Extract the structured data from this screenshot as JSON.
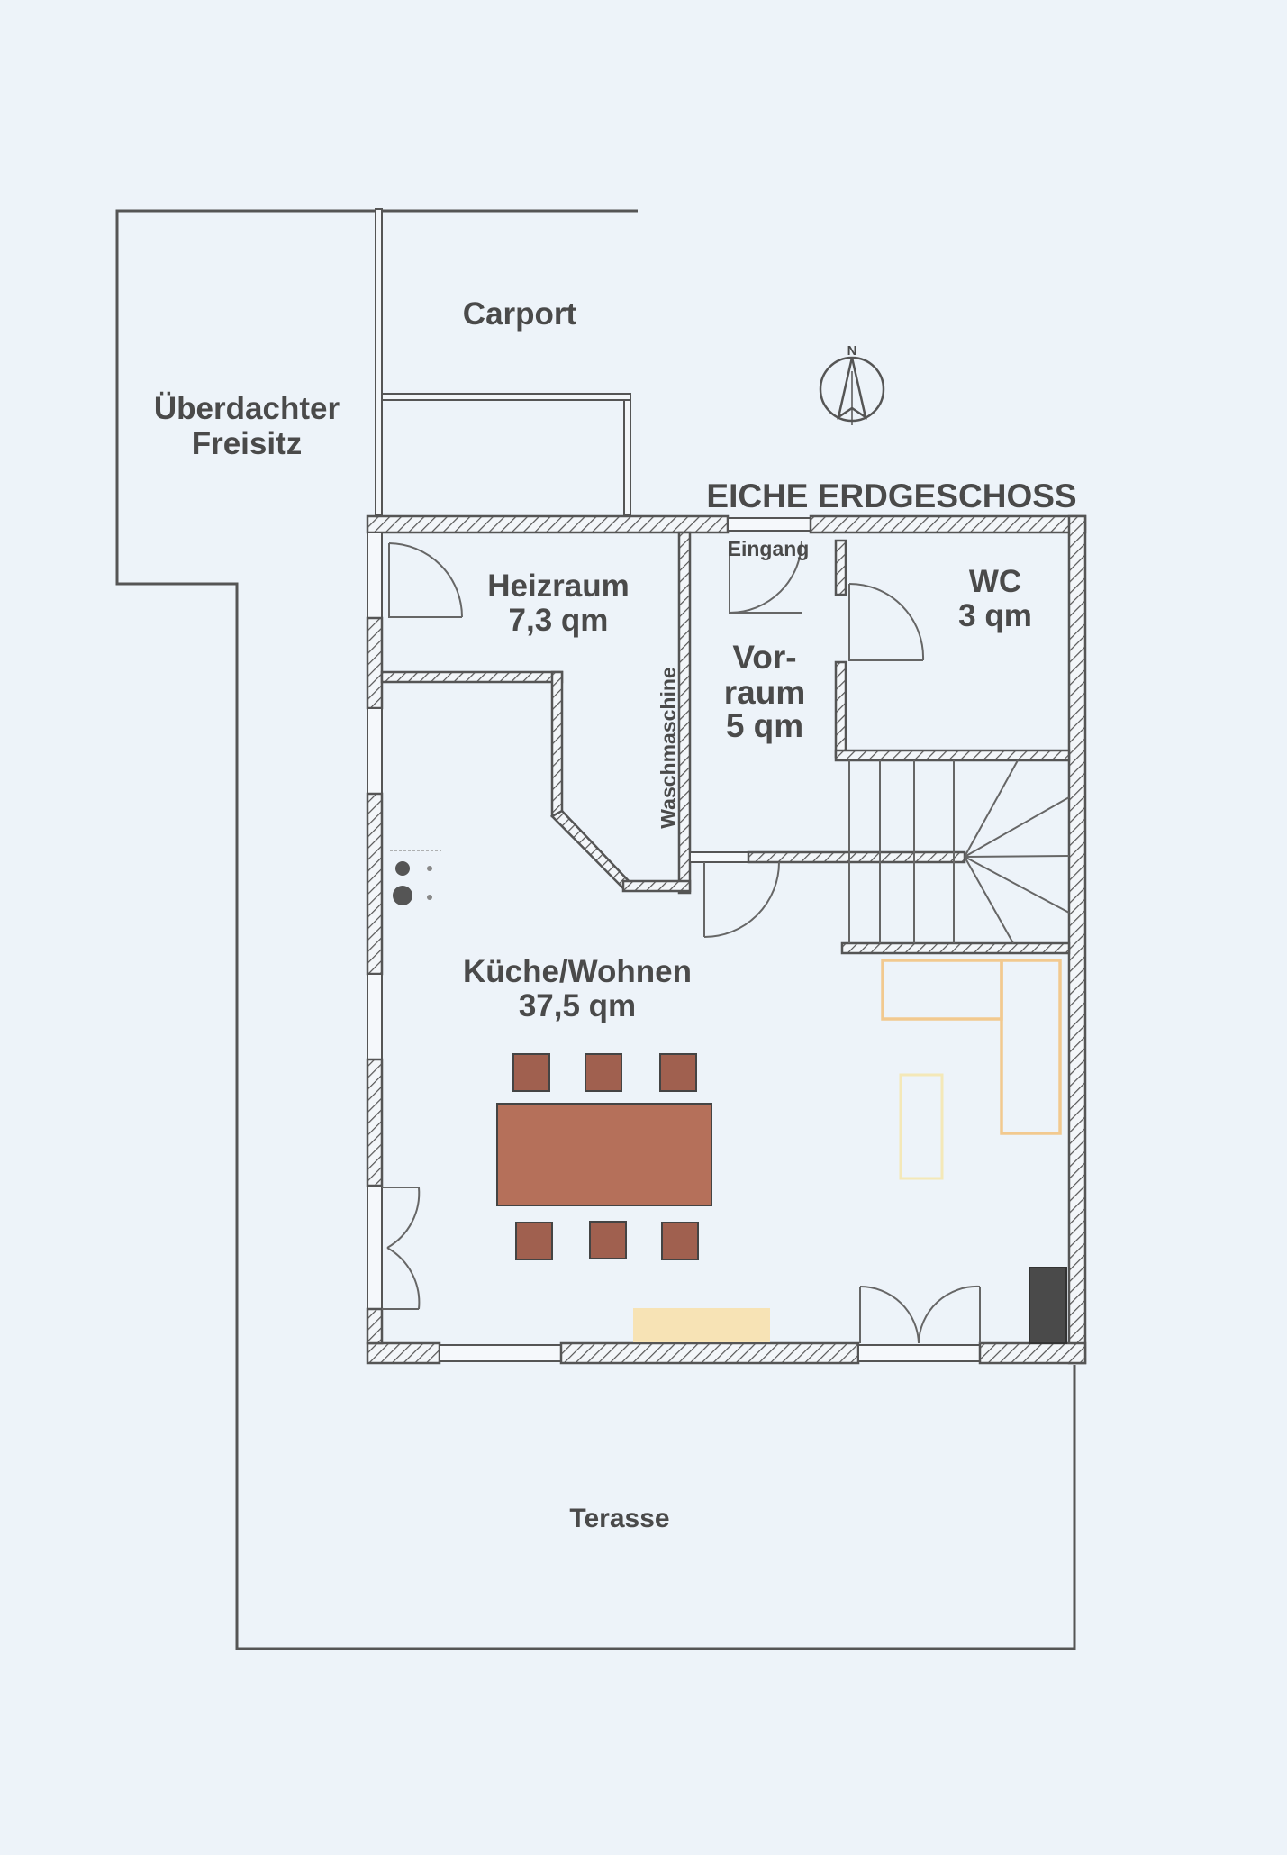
{
  "title": "EICHE ERDGESCHOSS",
  "compass": {
    "label": "N",
    "icon": "north-arrow-icon"
  },
  "rooms": {
    "freisitz": {
      "line1": "Überdachter",
      "line2": "Freisitz"
    },
    "carport": {
      "name": "Carport"
    },
    "heizraum": {
      "name": "Heizraum",
      "area": "7,3 qm"
    },
    "eingang": {
      "name": "Eingang"
    },
    "vorraum": {
      "line1": "Vor-",
      "line2": "raum",
      "area": "5 qm"
    },
    "wc": {
      "name": "WC",
      "area": "3 qm"
    },
    "waschmaschine": {
      "name": "Waschmaschine"
    },
    "kueche": {
      "name": "Küche/Wohnen",
      "area": "37,5 qm"
    },
    "terasse": {
      "name": "Terasse"
    }
  },
  "colors": {
    "background": "#edf3f9",
    "text": "#4a4a4a",
    "wall_line": "#555555",
    "table": "#b5705a",
    "chair": "#a0604f",
    "cabinet_outline": "#f2c98f",
    "sofa_fill": "#f7e3b5",
    "stove_block": "#4a4a4a"
  }
}
